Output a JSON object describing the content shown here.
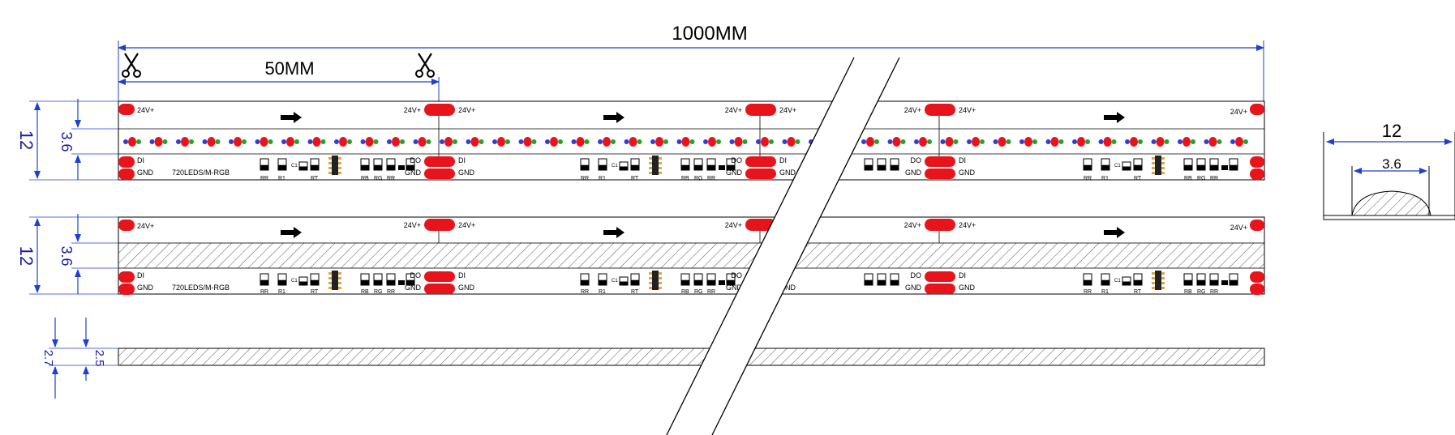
{
  "dimensions": {
    "total_length": "1000MM",
    "cut_length": "50MM",
    "strip_width": "12",
    "silicone_width": "3.6",
    "profile_width": "12",
    "profile_inner_width": "3.6",
    "height_inner": "2.5",
    "height_outer": "2.7"
  },
  "labels": {
    "vplus": "24V+",
    "di": "DI",
    "do": "DO",
    "gnd": "GND",
    "model": "720LEDS/M-RGB",
    "rr": "RR",
    "r1": "R1",
    "c1": "C1",
    "rt": "RT",
    "rb": "RB",
    "rg": "RG"
  },
  "icons": {
    "scissors": "scissors-icon",
    "direction": "arrow-right-icon"
  },
  "colors": {
    "pad": "#e8141c",
    "dimension": "#1f3fd0",
    "outline": "#000000",
    "led_red": "#e8141c",
    "led_green": "#2aa02a",
    "led_blue": "#3a3ad0"
  }
}
